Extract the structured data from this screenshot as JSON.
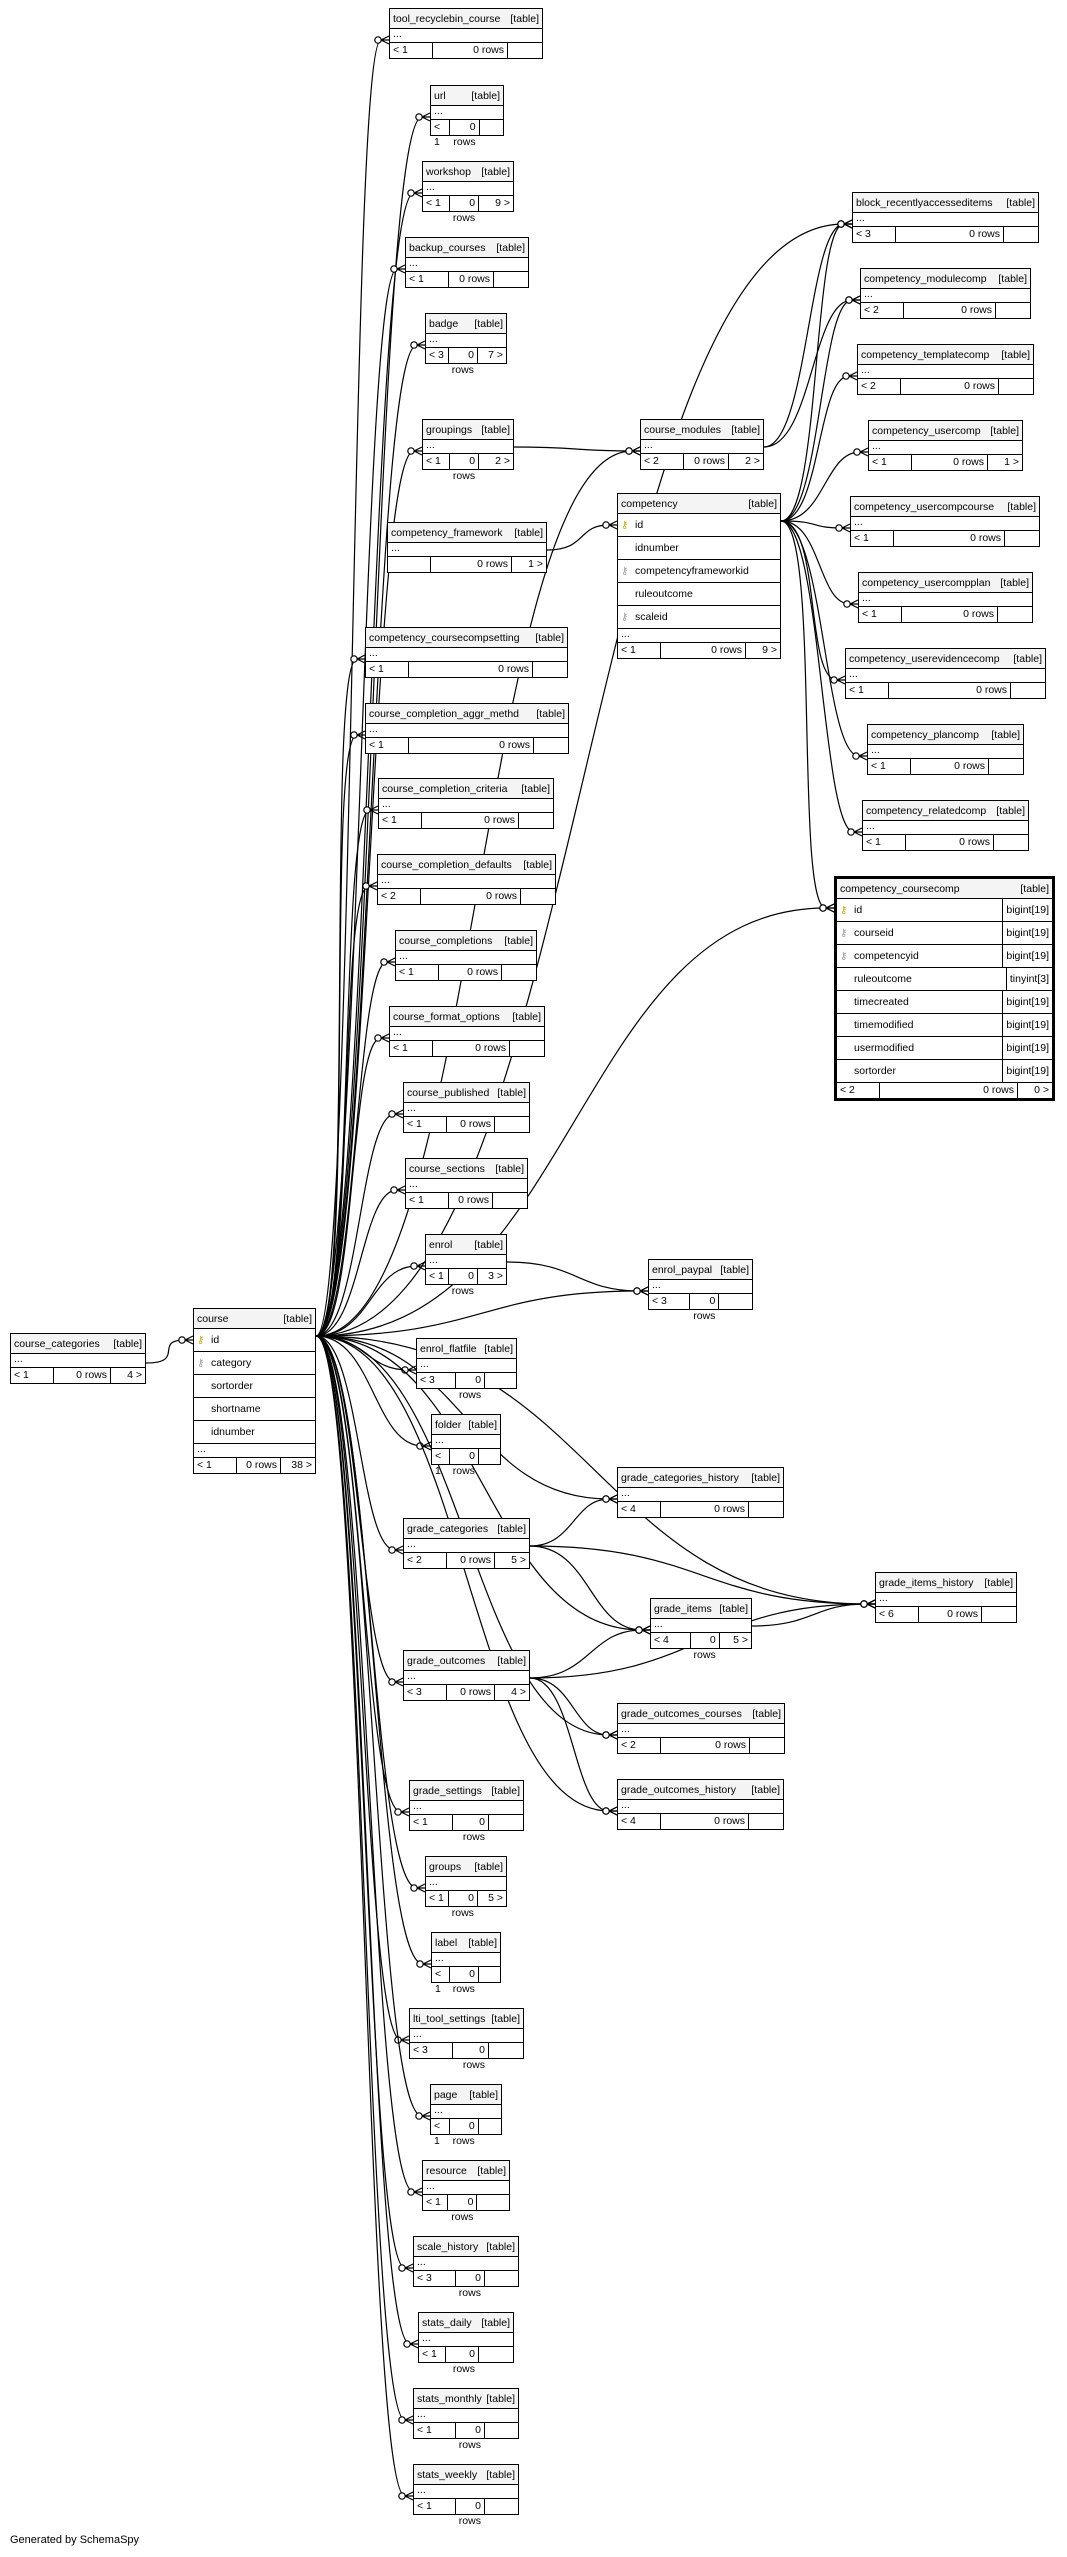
{
  "tables": [
    {
      "name": "tool_recyclebin_course",
      "kind": "[table]",
      "parents": "< 1",
      "rows": "0 rows",
      "children": ""
    },
    {
      "name": "url",
      "kind": "[table]",
      "parents": "< 1",
      "rows": "0 rows",
      "children": ""
    },
    {
      "name": "workshop",
      "kind": "[table]",
      "parents": "< 1",
      "rows": "0 rows",
      "children": "9 >"
    },
    {
      "name": "backup_courses",
      "kind": "[table]",
      "parents": "< 1",
      "rows": "0 rows",
      "children": ""
    },
    {
      "name": "badge",
      "kind": "[table]",
      "parents": "< 3",
      "rows": "0 rows",
      "children": "7 >"
    },
    {
      "name": "groupings",
      "kind": "[table]",
      "parents": "< 1",
      "rows": "0 rows",
      "children": "2 >"
    },
    {
      "name": "course_modules",
      "kind": "[table]",
      "parents": "< 2",
      "rows": "0 rows",
      "children": "2 >"
    },
    {
      "name": "competency_framework",
      "kind": "[table]",
      "parents": "",
      "rows": "0 rows",
      "children": "1 >"
    },
    {
      "name": "competency_coursecompsetting",
      "kind": "[table]",
      "parents": "< 1",
      "rows": "0 rows",
      "children": ""
    },
    {
      "name": "course_completion_aggr_methd",
      "kind": "[table]",
      "parents": "< 1",
      "rows": "0 rows",
      "children": ""
    },
    {
      "name": "course_completion_criteria",
      "kind": "[table]",
      "parents": "< 1",
      "rows": "0 rows",
      "children": ""
    },
    {
      "name": "course_completion_defaults",
      "kind": "[table]",
      "parents": "< 2",
      "rows": "0 rows",
      "children": ""
    },
    {
      "name": "course_completions",
      "kind": "[table]",
      "parents": "< 1",
      "rows": "0 rows",
      "children": ""
    },
    {
      "name": "course_format_options",
      "kind": "[table]",
      "parents": "< 1",
      "rows": "0 rows",
      "children": ""
    },
    {
      "name": "course_published",
      "kind": "[table]",
      "parents": "< 1",
      "rows": "0 rows",
      "children": ""
    },
    {
      "name": "course_sections",
      "kind": "[table]",
      "parents": "< 1",
      "rows": "0 rows",
      "children": ""
    },
    {
      "name": "enrol",
      "kind": "[table]",
      "parents": "< 1",
      "rows": "0 rows",
      "children": "3 >"
    },
    {
      "name": "enrol_paypal",
      "kind": "[table]",
      "parents": "< 3",
      "rows": "0 rows",
      "children": ""
    },
    {
      "name": "enrol_flatfile",
      "kind": "[table]",
      "parents": "< 3",
      "rows": "0 rows",
      "children": ""
    },
    {
      "name": "folder",
      "kind": "[table]",
      "parents": "< 1",
      "rows": "0 rows",
      "children": ""
    },
    {
      "name": "course_categories",
      "kind": "[table]",
      "parents": "< 1",
      "rows": "0 rows",
      "children": "4 >"
    },
    {
      "name": "grade_categories_history",
      "kind": "[table]",
      "parents": "< 4",
      "rows": "0 rows",
      "children": ""
    },
    {
      "name": "grade_categories",
      "kind": "[table]",
      "parents": "< 2",
      "rows": "0 rows",
      "children": "5 >"
    },
    {
      "name": "grade_items",
      "kind": "[table]",
      "parents": "< 4",
      "rows": "0 rows",
      "children": "5 >"
    },
    {
      "name": "grade_items_history",
      "kind": "[table]",
      "parents": "< 6",
      "rows": "0 rows",
      "children": ""
    },
    {
      "name": "grade_outcomes",
      "kind": "[table]",
      "parents": "< 3",
      "rows": "0 rows",
      "children": "4 >"
    },
    {
      "name": "grade_outcomes_courses",
      "kind": "[table]",
      "parents": "< 2",
      "rows": "0 rows",
      "children": ""
    },
    {
      "name": "grade_outcomes_history",
      "kind": "[table]",
      "parents": "< 4",
      "rows": "0 rows",
      "children": ""
    },
    {
      "name": "grade_settings",
      "kind": "[table]",
      "parents": "< 1",
      "rows": "0 rows",
      "children": ""
    },
    {
      "name": "groups",
      "kind": "[table]",
      "parents": "< 1",
      "rows": "0 rows",
      "children": "5 >"
    },
    {
      "name": "label",
      "kind": "[table]",
      "parents": "< 1",
      "rows": "0 rows",
      "children": ""
    },
    {
      "name": "lti_tool_settings",
      "kind": "[table]",
      "parents": "< 3",
      "rows": "0 rows",
      "children": ""
    },
    {
      "name": "page",
      "kind": "[table]",
      "parents": "< 1",
      "rows": "0 rows",
      "children": ""
    },
    {
      "name": "resource",
      "kind": "[table]",
      "parents": "< 1",
      "rows": "0 rows",
      "children": ""
    },
    {
      "name": "scale_history",
      "kind": "[table]",
      "parents": "< 3",
      "rows": "0 rows",
      "children": ""
    },
    {
      "name": "stats_daily",
      "kind": "[table]",
      "parents": "< 1",
      "rows": "0 rows",
      "children": ""
    },
    {
      "name": "stats_monthly",
      "kind": "[table]",
      "parents": "< 1",
      "rows": "0 rows",
      "children": ""
    },
    {
      "name": "stats_weekly",
      "kind": "[table]",
      "parents": "< 1",
      "rows": "0 rows",
      "children": ""
    },
    {
      "name": "block_recentlyaccesseditems",
      "kind": "[table]",
      "parents": "< 3",
      "rows": "0 rows",
      "children": ""
    },
    {
      "name": "competency_modulecomp",
      "kind": "[table]",
      "parents": "< 2",
      "rows": "0 rows",
      "children": ""
    },
    {
      "name": "competency_templatecomp",
      "kind": "[table]",
      "parents": "< 2",
      "rows": "0 rows",
      "children": ""
    },
    {
      "name": "competency_usercomp",
      "kind": "[table]",
      "parents": "< 1",
      "rows": "0 rows",
      "children": "1 >"
    },
    {
      "name": "competency_usercompcourse",
      "kind": "[table]",
      "parents": "< 1",
      "rows": "0 rows",
      "children": ""
    },
    {
      "name": "competency_usercompplan",
      "kind": "[table]",
      "parents": "< 1",
      "rows": "0 rows",
      "children": ""
    },
    {
      "name": "competency_userevidencecomp",
      "kind": "[table]",
      "parents": "< 1",
      "rows": "0 rows",
      "children": ""
    },
    {
      "name": "competency_plancomp",
      "kind": "[table]",
      "parents": "< 1",
      "rows": "0 rows",
      "children": ""
    },
    {
      "name": "competency_relatedcomp",
      "kind": "[table]",
      "parents": "< 1",
      "rows": "0 rows",
      "children": ""
    }
  ],
  "course": {
    "name": "course",
    "kind": "[table]",
    "columns": [
      {
        "key": "pk",
        "name": "id"
      },
      {
        "key": "fk",
        "name": "category"
      },
      {
        "key": "",
        "name": "sortorder"
      },
      {
        "key": "",
        "name": "shortname"
      },
      {
        "key": "",
        "name": "idnumber"
      }
    ],
    "ellipsis": "...",
    "parents": "< 1",
    "rows": "0 rows",
    "children": "38 >"
  },
  "competency": {
    "name": "competency",
    "kind": "[table]",
    "columns": [
      {
        "key": "pk",
        "name": "id"
      },
      {
        "key": "",
        "name": "idnumber"
      },
      {
        "key": "fk",
        "name": "competencyframeworkid"
      },
      {
        "key": "",
        "name": "ruleoutcome"
      },
      {
        "key": "fk",
        "name": "scaleid"
      }
    ],
    "ellipsis": "...",
    "parents": "< 1",
    "rows": "0 rows",
    "children": "9 >"
  },
  "competency_coursecomp": {
    "name": "competency_coursecomp",
    "kind": "[table]",
    "columns": [
      {
        "key": "pk",
        "name": "id",
        "type": "bigint[19]"
      },
      {
        "key": "fk",
        "name": "courseid",
        "type": "bigint[19]"
      },
      {
        "key": "fk",
        "name": "competencyid",
        "type": "bigint[19]"
      },
      {
        "key": "",
        "name": "ruleoutcome",
        "type": "tinyint[3]"
      },
      {
        "key": "",
        "name": "timecreated",
        "type": "bigint[19]"
      },
      {
        "key": "",
        "name": "timemodified",
        "type": "bigint[19]"
      },
      {
        "key": "",
        "name": "usermodified",
        "type": "bigint[19]"
      },
      {
        "key": "",
        "name": "sortorder",
        "type": "bigint[19]"
      }
    ],
    "parents": "< 2",
    "rows": "0 rows",
    "children": "0 >"
  },
  "ellipsis": "...",
  "footer": "Generated by SchemaSpy"
}
